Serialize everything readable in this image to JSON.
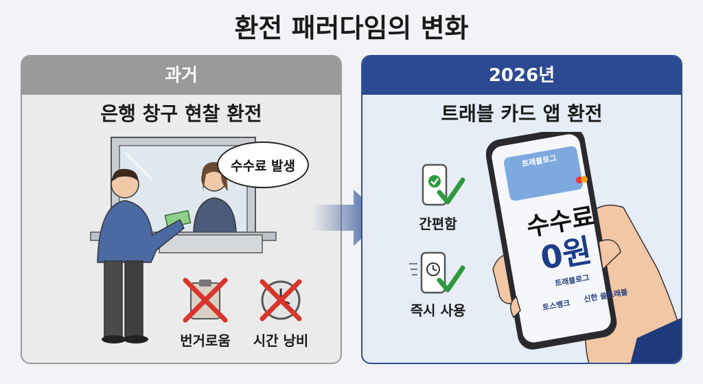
{
  "title": "환전 패러다임의 변화",
  "past": {
    "header": "과거",
    "subtitle": "은행 창구 현찰 환전",
    "bubble": "수수료 발생",
    "drawbacks": [
      "번거로움",
      "시간 낭비"
    ]
  },
  "future": {
    "header": "2026년",
    "subtitle": "트래블 카드 앱 환전",
    "benefits": [
      "간편함",
      "즉시 사용"
    ],
    "phone": {
      "card_brand": "트래블로그",
      "fee_label": "수수료",
      "fee_value": "0원",
      "logo_main": "트래블로그",
      "partner_1": "토스뱅크",
      "partner_2": "신한 쏠트래블"
    }
  },
  "colors": {
    "past_header": "#9a9a9a",
    "future_header": "#2c4a91",
    "check": "#2e9a3e",
    "cross": "#d8352d"
  }
}
